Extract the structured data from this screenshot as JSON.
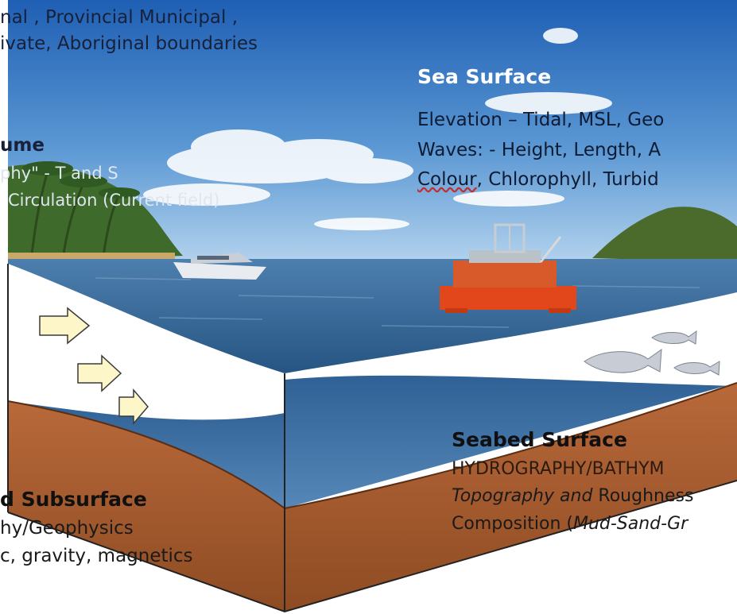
{
  "top_left": {
    "line1": "nal , Provincial Municipal ,",
    "line2": "ivate, Aboriginal boundaries"
  },
  "sea_surface": {
    "title": "Sea Surface",
    "line1": "Elevation – Tidal, MSL, Geo",
    "line2": "Waves: - Height, Length, A",
    "line3_a": "Colour",
    "line3_b": ", Chlorophyll, Turbid"
  },
  "water_column": {
    "title": "ume",
    "line1": "phy\" - T and S",
    "line2": "Circulation (Current field)"
  },
  "seabed_surface": {
    "title": "Seabed Surface",
    "line1": "HYDROGRAPHY/BATHYM",
    "line2_a": "Topography and",
    "line2_b": " Roughness",
    "line3_a": "Composition (",
    "line3_b": "Mud-Sand-Gr"
  },
  "subsurface": {
    "title": "d Subsurface",
    "line1": "hy/Geophysics",
    "line2": "c, gravity, magnetics"
  },
  "colors": {
    "sky_top": "#1f5fb4",
    "sky_bottom": "#a9cdea",
    "sea": "#3c6a96",
    "sediment": "#a65a2a",
    "platform": "#e2471c"
  }
}
